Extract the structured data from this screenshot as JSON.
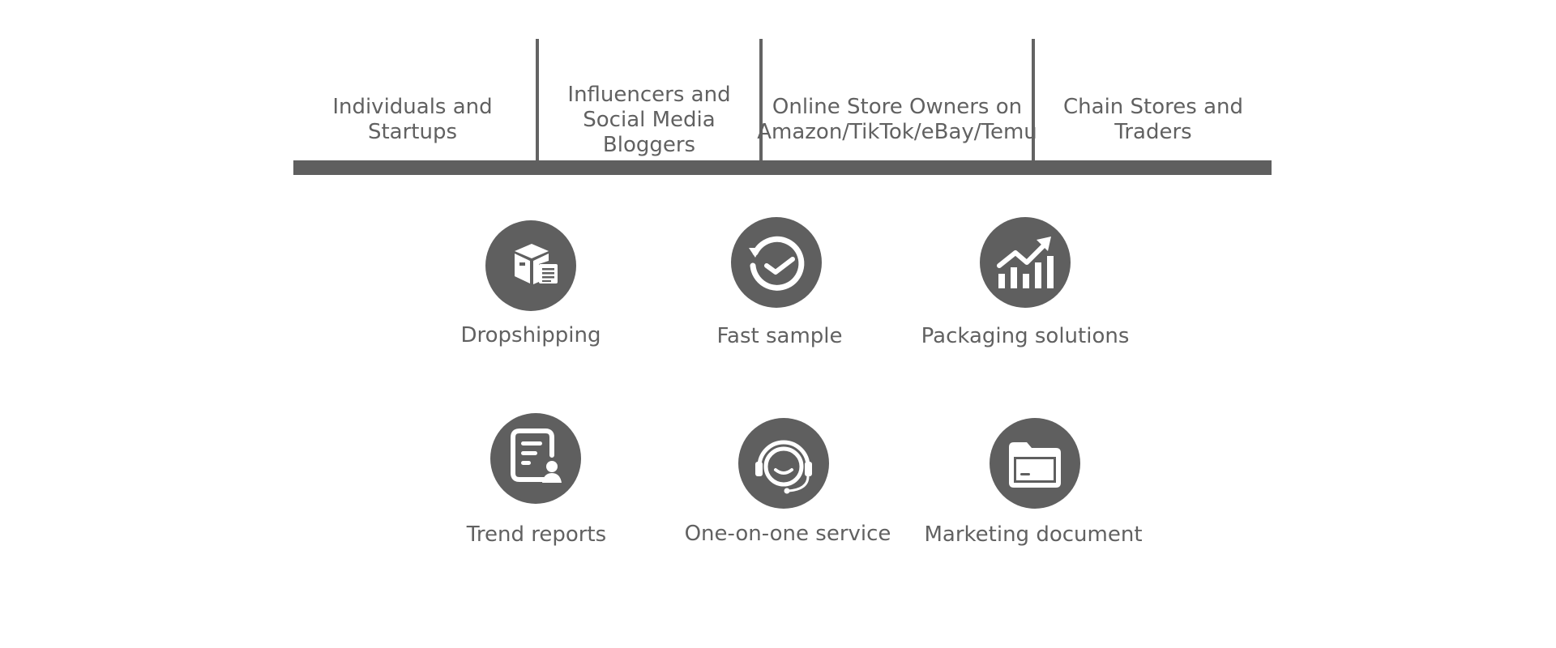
{
  "segments": [
    {
      "label": "Individuals and Startups"
    },
    {
      "label": "Influencers and Social Media Bloggers"
    },
    {
      "label": "Online Store Owners on Amazon/TikTok/eBay/Temu"
    },
    {
      "label": "Chain Stores and Traders"
    }
  ],
  "services": [
    {
      "label": "Dropshipping",
      "icon": "box-with-document-icon"
    },
    {
      "label": "Fast sample",
      "icon": "clock-refresh-icon"
    },
    {
      "label": "Packaging solutions",
      "icon": "growth-chart-icon"
    },
    {
      "label": "Trend reports",
      "icon": "report-person-icon"
    },
    {
      "label": "One-on-one service",
      "icon": "headset-support-icon"
    },
    {
      "label": "Marketing document",
      "icon": "folder-icon"
    }
  ],
  "colors": {
    "primary": "#5f5f5f",
    "text": "#616161",
    "background": "#ffffff"
  }
}
